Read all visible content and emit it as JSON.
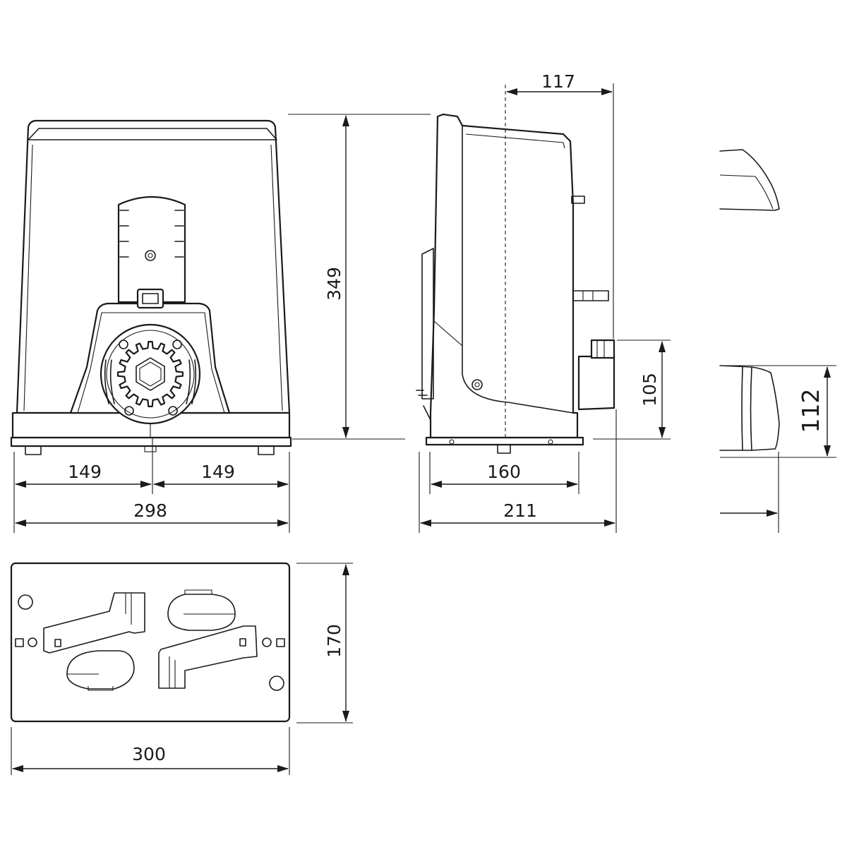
{
  "dimensions": {
    "front_half_left": "149",
    "front_half_right": "149",
    "front_width": "298",
    "height": "349",
    "side_top_offset": "117",
    "side_base": "160",
    "side_depth": "211",
    "pinion_height": "105",
    "detail_height": "112",
    "plate_width": "300",
    "plate_depth": "170"
  }
}
